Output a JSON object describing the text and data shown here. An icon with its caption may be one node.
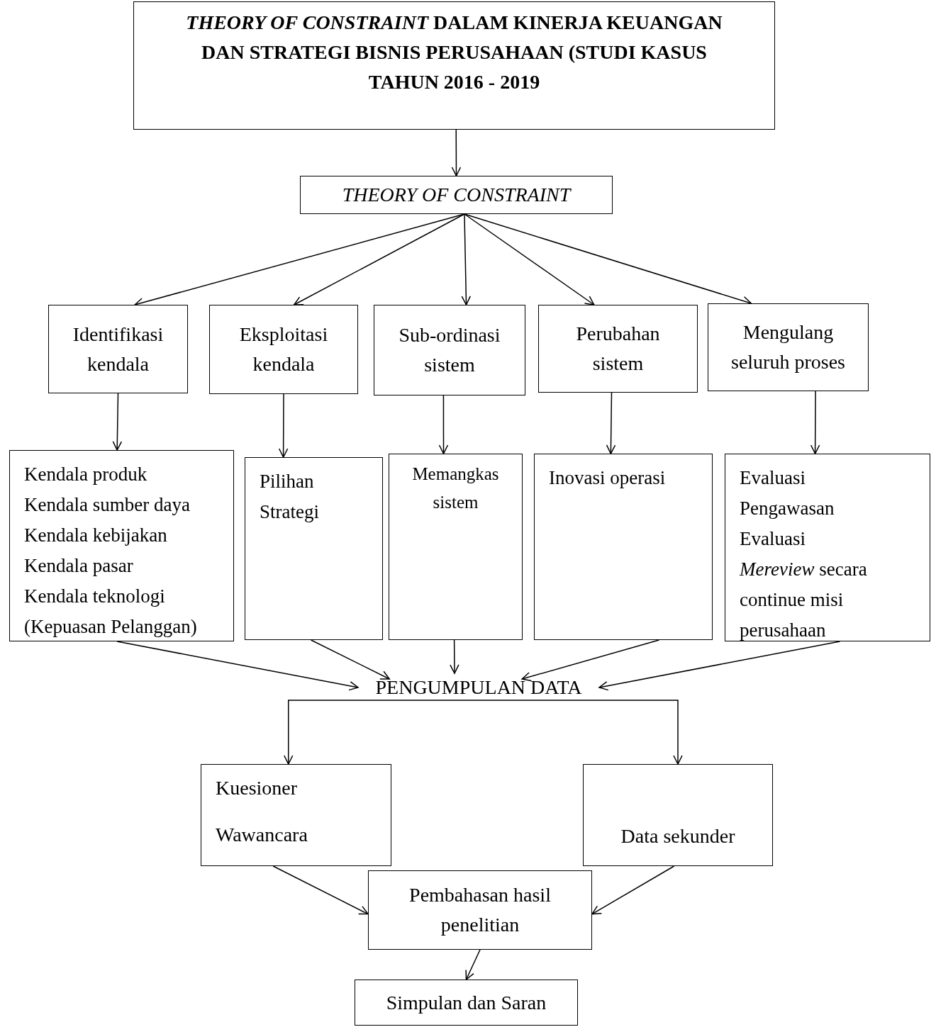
{
  "diagram": {
    "nodes": [
      {
        "text": [
          "*THEORY OF CONSTRAINT* DALAM KINERJA KEUANGAN DAN STRATEGI BISNIS PERUSAHAAN (STUDI KASUS TAHUN 2016 - 2019"
        ]
      },
      {
        "text": [
          "THEORY OF CONSTRAINT"
        ]
      },
      {
        "text": [
          "Identifikasi kendala"
        ]
      },
      {
        "text": [
          "Eksploitasi kendala"
        ]
      },
      {
        "text": [
          "Sub-ordinasi sistem"
        ]
      },
      {
        "text": [
          "Perubahan sistem"
        ]
      },
      {
        "text": [
          "Mengulang seluruh proses"
        ]
      },
      {
        "text": [
          "Kendala produk",
          "Kendala sumber daya",
          "Kendala kebijakan",
          "Kendala pasar",
          "Kendala teknologi",
          "(Kepuasan Pelanggan)"
        ]
      },
      {
        "text": [
          "Pilihan Strategi"
        ]
      },
      {
        "text": [
          "Memangkas sistem"
        ]
      },
      {
        "text": [
          "Inovasi operasi"
        ]
      },
      {
        "text": [
          "Evaluasi",
          "Pengawasan",
          "Evaluasi",
          "*Mereview* secara continue misi perusahaan"
        ]
      },
      {
        "text": [
          "PENGUMPULAN DATA"
        ]
      },
      {
        "text": [
          "Kuesioner",
          "Wawancara"
        ]
      },
      {
        "text": [
          "Data sekunder"
        ]
      },
      {
        "text": [
          "Pembahasan hasil penelitian"
        ]
      },
      {
        "text": [
          "Simpulan dan Saran"
        ]
      }
    ],
    "edges": [
      {
        "from": 0,
        "to": 1,
        "arrow": "to"
      },
      {
        "from": 1,
        "to": 2,
        "arrow": "to"
      },
      {
        "from": 1,
        "to": 3,
        "arrow": "to"
      },
      {
        "from": 1,
        "to": 4,
        "arrow": "to"
      },
      {
        "from": 1,
        "to": 5,
        "arrow": "to"
      },
      {
        "from": 1,
        "to": 6,
        "arrow": "to"
      },
      {
        "from": 2,
        "to": 7,
        "arrow": "to"
      },
      {
        "from": 3,
        "to": 8,
        "arrow": "to"
      },
      {
        "from": 4,
        "to": 9,
        "arrow": "to"
      },
      {
        "from": 5,
        "to": 10,
        "arrow": "to"
      },
      {
        "from": 6,
        "to": 11,
        "arrow": "to"
      },
      {
        "from": 7,
        "to": 12,
        "arrow": "to"
      },
      {
        "from": 8,
        "to": 12,
        "arrow": "to"
      },
      {
        "from": 9,
        "to": 12,
        "arrow": "to"
      },
      {
        "from": 10,
        "to": 12,
        "arrow": "to"
      },
      {
        "from": 11,
        "to": 12,
        "arrow": "to"
      },
      {
        "from": 12,
        "to": 13,
        "arrow": "to"
      },
      {
        "from": 12,
        "to": 14,
        "arrow": "to"
      },
      {
        "from": 13,
        "to": 15,
        "arrow": "to"
      },
      {
        "from": 14,
        "to": 15,
        "arrow": "to"
      },
      {
        "from": 15,
        "to": 16,
        "arrow": "to"
      }
    ]
  }
}
